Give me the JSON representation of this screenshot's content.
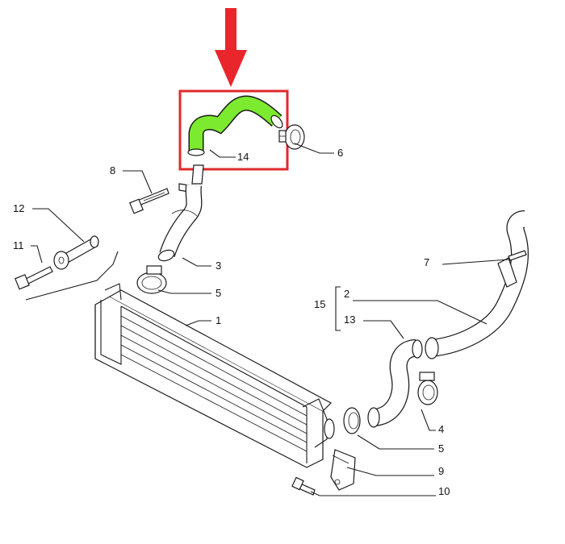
{
  "colors": {
    "arrow": "#e8262b",
    "highlight_box": "#e02a2a",
    "highlight_part": "#7cea2e",
    "line": "#1a1a1a"
  },
  "labels": {
    "p1": "1",
    "p2": "2",
    "p3": "3",
    "p4": "4",
    "p5a": "5",
    "p5b": "5",
    "p6": "6",
    "p7": "7",
    "p8": "8",
    "p9": "9",
    "p10": "10",
    "p11": "11",
    "p12": "12",
    "p13": "13",
    "p14": "14",
    "p15": "15"
  }
}
